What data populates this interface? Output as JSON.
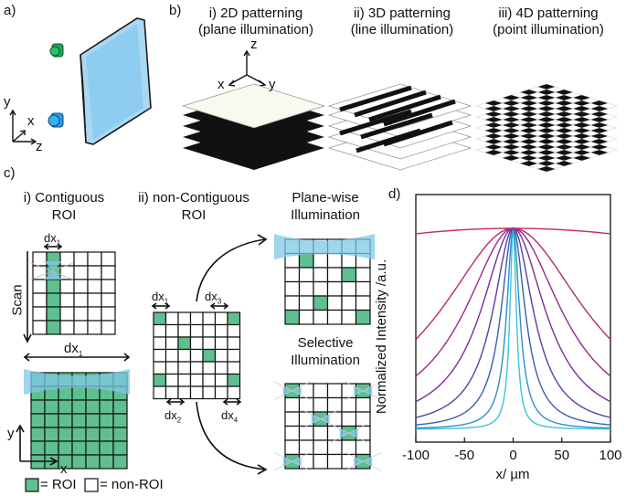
{
  "panels": {
    "a": "a)",
    "b": "b)",
    "c": "c)",
    "d": "d)"
  },
  "panel_a": {
    "axis_y": "y",
    "axis_x": "x",
    "axis_z": "z"
  },
  "panel_b": {
    "titles": [
      {
        "line1": "i) 2D patterning",
        "line2": "(plane illumination)"
      },
      {
        "line1": "ii) 3D patterning",
        "line2": "(line illumination)"
      },
      {
        "line1": "iii) 4D patterning",
        "line2": "(point illumination)"
      }
    ],
    "axis_x": "x",
    "axis_y": "y",
    "axis_z": "z"
  },
  "panel_c": {
    "contiguous": {
      "line1": "i) Contiguous",
      "line2": "ROI"
    },
    "noncontiguous": {
      "line1": "ii) non-Contiguous",
      "line2": "ROI"
    },
    "planewise": {
      "line1": "Plane-wise",
      "line2": "Illumination"
    },
    "selective": {
      "line1": "Selective",
      "line2": "Illumination"
    },
    "scan": "Scan",
    "dx": "dx",
    "sub1": "1",
    "sub2": "2",
    "sub3": "3",
    "sub4": "4",
    "axis_x": "x",
    "axis_y": "y",
    "legend_roi": "= ROI",
    "legend_nonroi": "= non-ROI",
    "colors": {
      "roi": "#5fbf8f",
      "beam": "#7ec8e8"
    }
  },
  "chart_data": {
    "type": "line",
    "xlabel": "x/ µm",
    "ylabel": "Normalized Intensity /a.u.",
    "xlim": [
      -100,
      100
    ],
    "xticks": [
      "-100",
      "-50",
      "0",
      "50",
      "100"
    ],
    "grid": false,
    "series": [
      {
        "width": 4,
        "color": "#3cc3dc"
      },
      {
        "width": 8,
        "color": "#2e8fcb"
      },
      {
        "width": 15,
        "color": "#3a5fb0"
      },
      {
        "width": 25,
        "color": "#5a3f9f"
      },
      {
        "width": 40,
        "color": "#7a2f95"
      },
      {
        "width": 60,
        "color": "#9a2a85"
      },
      {
        "width": 90,
        "color": "#b52a70"
      },
      {
        "width": 600,
        "color": "#c62a55"
      }
    ]
  }
}
